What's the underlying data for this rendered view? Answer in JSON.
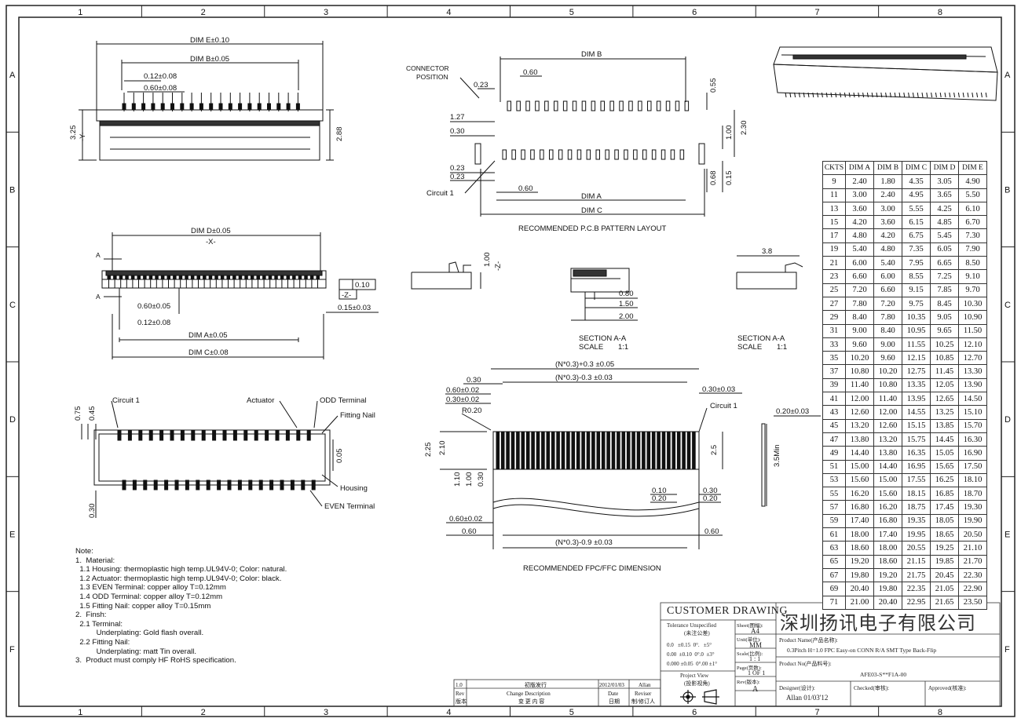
{
  "grid": {
    "columns": [
      "1",
      "2",
      "3",
      "4",
      "5",
      "6",
      "7",
      "8"
    ],
    "rows": [
      "A",
      "B",
      "C",
      "D",
      "E",
      "F"
    ]
  },
  "top_view": {
    "dim_e": "DIM E±0.10",
    "dim_b": "DIM B±0.05",
    "pin_width": "0.12±0.08",
    "pitch": "0.60±0.08",
    "height": "3.25",
    "datum_y": "-Y-",
    "depth": "2.88"
  },
  "front_view": {
    "dim_d": "DIM D±0.05",
    "datum_x": "-X-",
    "section_mark_a": "A",
    "flatness": "0.10",
    "datum_z": "-Z-",
    "thickness": "0.15±0.03",
    "pitch": "0.60±0.05",
    "pin_width": "0.12±0.08",
    "dim_a": "DIM A±0.05",
    "dim_c": "DIM C±0.08"
  },
  "bottom_view": {
    "circuit_1": "Circuit 1",
    "actuator": "Actuator",
    "odd_terminal": "ODD Terminal",
    "fitting_nail": "Fitting Nail",
    "housing": "Housing",
    "even_terminal": "EVEN Terminal",
    "d_075": "0.75",
    "d_045": "0.45",
    "d_005": "0.05",
    "d_030": "0.30"
  },
  "pcb_layout": {
    "connector_position": "CONNECTOR",
    "connector_position_2": "POSITION",
    "dim_b": "DIM B",
    "d_023": "0.23",
    "d_060": "0.60",
    "d_055": "0.55",
    "d_127": "1.27",
    "d_030": "0.30",
    "d_100": "1.00",
    "d_230": "2.30",
    "d_023b": "0.23",
    "d_023c": "0.23",
    "circuit_1": "Circuit 1",
    "d_060b": "0.60",
    "dim_a": "DIM A",
    "dim_c": "DIM C",
    "d_068": "0.68",
    "d_015": "0.15",
    "caption": "RECOMMENDED P.C.B PATTERN LAYOUT"
  },
  "sections": {
    "z_datum": "-Z-",
    "d_100": "1.00",
    "d_080": "0.80",
    "d_150": "1.50",
    "d_200": "2.00",
    "section_label": "SECTION A-A",
    "scale_label": "SCALE",
    "scale_value": "1:1",
    "d_38": "3.8",
    "section_label_2": "SECTION A-A",
    "scale_label_2": "SCALE",
    "scale_value_2": "1:1"
  },
  "fpc": {
    "n_plus": "(N*0.3)+0.3 ±0.05",
    "n_minus": "(N*0.3)-0.3 ±0.03",
    "d_030": "0.30",
    "d_060_002": "0.60±0.02",
    "d_030_002": "0.30±0.02",
    "r020": "R0.20",
    "d_030_003": "0.30±0.03",
    "circuit_1": "Circuit 1",
    "d_020_003": "0.20±0.03",
    "d_225": "2.25",
    "d_210": "2.10",
    "d_25": "2.5",
    "d_35min": "3.5Min",
    "d_110": "1.10",
    "d_100": "1.00",
    "d_030v": "0.30",
    "d_010": "0.10",
    "d_020": "0.20",
    "d_030r": "0.30",
    "d_020r": "0.20",
    "d_060_002b": "0.60±0.02",
    "d_060": "0.60",
    "d_060r": "0.60",
    "n_minus_09": "(N*0.3)-0.9 ±0.03",
    "caption": "RECOMMENDED FPC/FFC DIMENSION"
  },
  "notes": [
    "Note:",
    "1.  Material:",
    "  1.1 Housing: thermoplastic high temp.UL94V-0; Color: natural.",
    "  1.2 Actuator: thermoplastic high temp.UL94V-0; Color: black.",
    "  1.3 EVEN Terminal: copper alloy T=0.12mm",
    "  1.4 ODD Terminal: copper alloy T=0.12mm",
    "  1.5 Fitting Nail: copper alloy T=0.15mm",
    "2.  Finsh:",
    "  2.1 Terminal:",
    "          Underplating: Gold flash overall.",
    "  2.2 Fitting Nail:",
    "          Underplating: matt Tin overall.",
    "3.  Product must comply HF RoHS specification."
  ],
  "table": {
    "headers": [
      "CKTS",
      "DIM A",
      "DIM B",
      "DIM C",
      "DIM D",
      "DIM E"
    ],
    "rows": [
      [
        "9",
        "2.40",
        "1.80",
        "4.35",
        "3.05",
        "4.90"
      ],
      [
        "11",
        "3.00",
        "2.40",
        "4.95",
        "3.65",
        "5.50"
      ],
      [
        "13",
        "3.60",
        "3.00",
        "5.55",
        "4.25",
        "6.10"
      ],
      [
        "15",
        "4.20",
        "3.60",
        "6.15",
        "4.85",
        "6.70"
      ],
      [
        "17",
        "4.80",
        "4.20",
        "6.75",
        "5.45",
        "7.30"
      ],
      [
        "19",
        "5.40",
        "4.80",
        "7.35",
        "6.05",
        "7.90"
      ],
      [
        "21",
        "6.00",
        "5.40",
        "7.95",
        "6.65",
        "8.50"
      ],
      [
        "23",
        "6.60",
        "6.00",
        "8.55",
        "7.25",
        "9.10"
      ],
      [
        "25",
        "7.20",
        "6.60",
        "9.15",
        "7.85",
        "9.70"
      ],
      [
        "27",
        "7.80",
        "7.20",
        "9.75",
        "8.45",
        "10.30"
      ],
      [
        "29",
        "8.40",
        "7.80",
        "10.35",
        "9.05",
        "10.90"
      ],
      [
        "31",
        "9.00",
        "8.40",
        "10.95",
        "9.65",
        "11.50"
      ],
      [
        "33",
        "9.60",
        "9.00",
        "11.55",
        "10.25",
        "12.10"
      ],
      [
        "35",
        "10.20",
        "9.60",
        "12.15",
        "10.85",
        "12.70"
      ],
      [
        "37",
        "10.80",
        "10.20",
        "12.75",
        "11.45",
        "13.30"
      ],
      [
        "39",
        "11.40",
        "10.80",
        "13.35",
        "12.05",
        "13.90"
      ],
      [
        "41",
        "12.00",
        "11.40",
        "13.95",
        "12.65",
        "14.50"
      ],
      [
        "43",
        "12.60",
        "12.00",
        "14.55",
        "13.25",
        "15.10"
      ],
      [
        "45",
        "13.20",
        "12.60",
        "15.15",
        "13.85",
        "15.70"
      ],
      [
        "47",
        "13.80",
        "13.20",
        "15.75",
        "14.45",
        "16.30"
      ],
      [
        "49",
        "14.40",
        "13.80",
        "16.35",
        "15.05",
        "16.90"
      ],
      [
        "51",
        "15.00",
        "14.40",
        "16.95",
        "15.65",
        "17.50"
      ],
      [
        "53",
        "15.60",
        "15.00",
        "17.55",
        "16.25",
        "18.10"
      ],
      [
        "55",
        "16.20",
        "15.60",
        "18.15",
        "16.85",
        "18.70"
      ],
      [
        "57",
        "16.80",
        "16.20",
        "18.75",
        "17.45",
        "19.30"
      ],
      [
        "59",
        "17.40",
        "16.80",
        "19.35",
        "18.05",
        "19.90"
      ],
      [
        "61",
        "18.00",
        "17.40",
        "19.95",
        "18.65",
        "20.50"
      ],
      [
        "63",
        "18.60",
        "18.00",
        "20.55",
        "19.25",
        "21.10"
      ],
      [
        "65",
        "19.20",
        "18.60",
        "21.15",
        "19.85",
        "21.70"
      ],
      [
        "67",
        "19.80",
        "19.20",
        "21.75",
        "20.45",
        "22.30"
      ],
      [
        "69",
        "20.40",
        "19.80",
        "22.35",
        "21.05",
        "22.90"
      ],
      [
        "71",
        "21.00",
        "20.40",
        "22.95",
        "21.65",
        "23.50"
      ]
    ]
  },
  "title_block": {
    "customer_drawing": "CUSTOMER DRAWING",
    "tolerance_title": "Tolerance Unspecified",
    "tolerance_title_cn": "(未注公差)",
    "tol_row1": "0.0   ±0.15  0°.   ±5°",
    "tol_row2": "0.00  ±0.10  0°.0  ±3°",
    "tol_row3": "0.000 ±0.05  0°.00 ±1°",
    "sheet_label": "Sheet(图幅):",
    "sheet_value": "A4",
    "unit_label": "Unit(单位):",
    "unit_value": "MM",
    "scale_label": "Scale(比例):",
    "scale_value": "1 : 1",
    "page_label": "Page(页数):",
    "page_value": "1 OF 1",
    "rev_label": "Rev(版本):",
    "rev_value": "A",
    "project_view": "Project View",
    "project_view_cn": "(投影视角)",
    "company": "深圳扬讯电子有限公司",
    "product_name_label": "Product Name(产品名称):",
    "product_name": "0.3Pitch H=1.0 FPC Easy-on CONN R/A SMT Type Back-Flip",
    "product_no_label": "Product No(产品料号):",
    "product_no": "AFE03-S**F1A-00",
    "designer_label": "Designer(设计):",
    "designer": "Allan 01/03'12",
    "checked_label": "Checked(审核):",
    "approved_label": "Approved(核准):"
  },
  "revision": {
    "rev": "1.0",
    "desc": "初版发行",
    "date": "2012/01/03",
    "reviser": "Allan",
    "h_rev": "Rev",
    "h_rev_cn": "版本",
    "h_desc": "Change Description",
    "h_desc_cn": "变 更 内 容",
    "h_date": "Date",
    "h_date_cn": "日期",
    "h_reviser": "Reviser",
    "h_reviser_cn": "制/修订人"
  }
}
